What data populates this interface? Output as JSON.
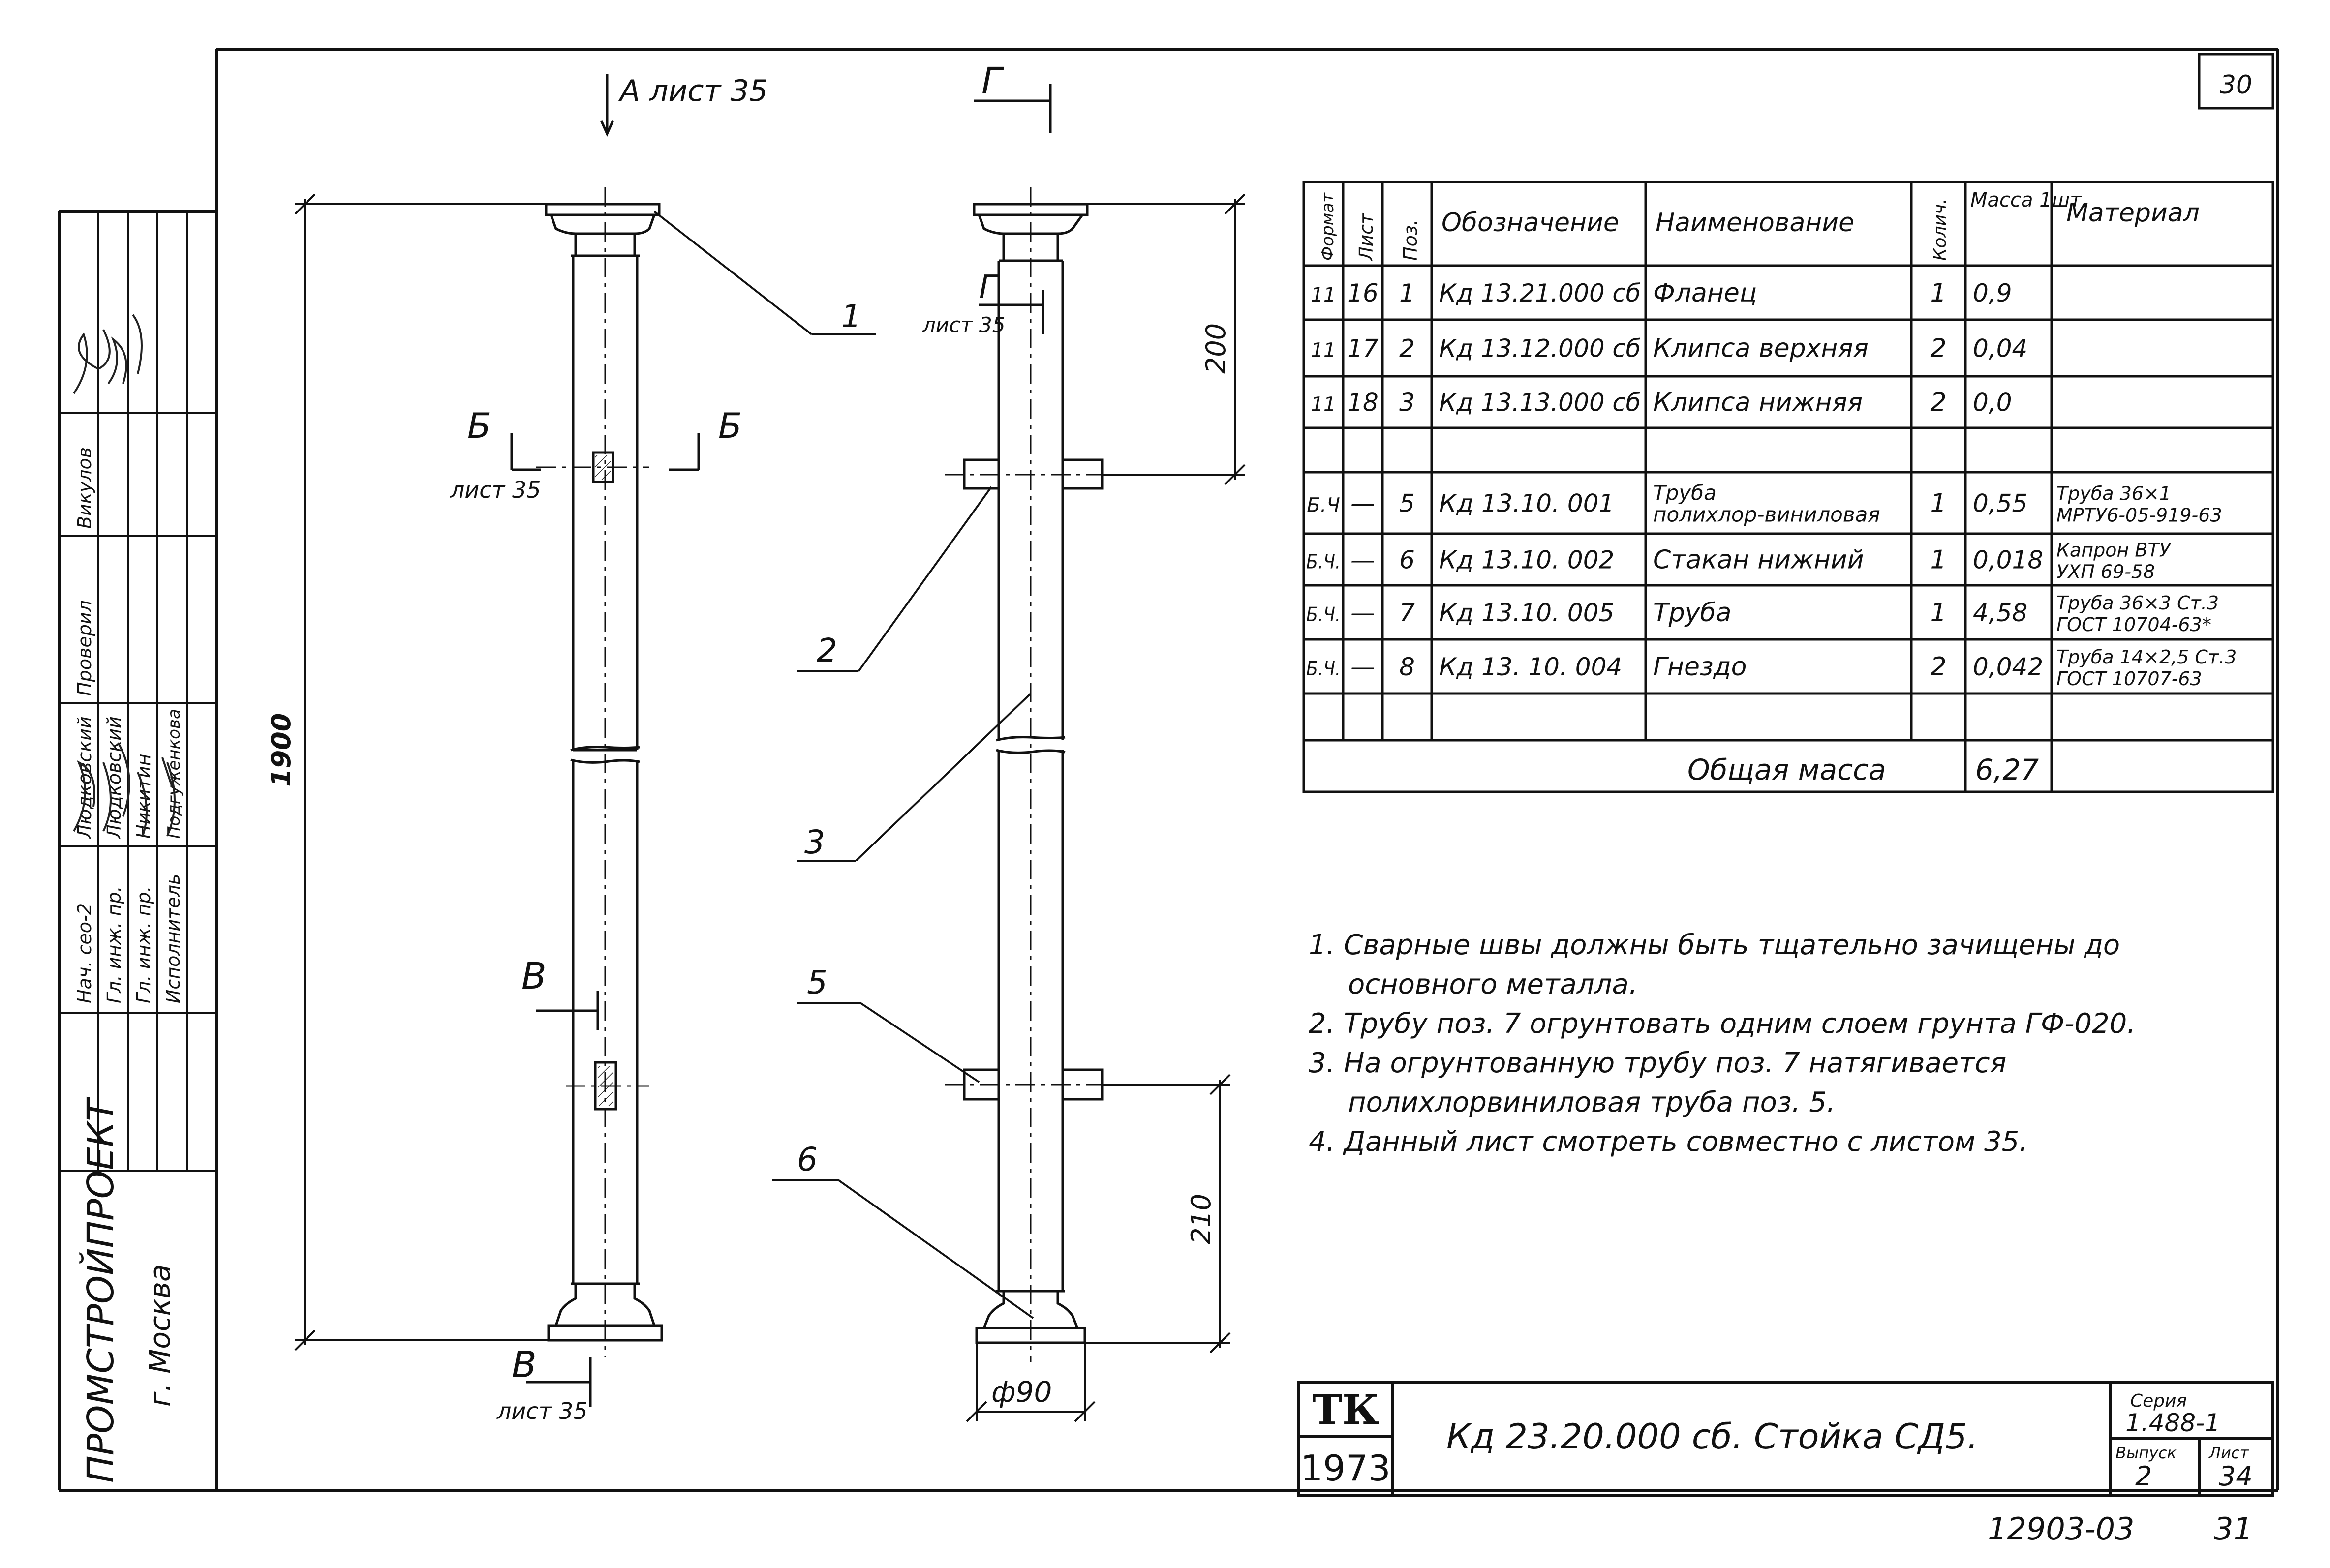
{
  "sheet_number": "30",
  "view_labels": {
    "a_ref": "А лист 35",
    "g_top": "Г",
    "g_mid": "Г",
    "g_mid_sheet": "лист 35",
    "b_left": "Б",
    "b_right": "Б",
    "b_sheet": "лист 35",
    "v_mid": "В",
    "v_bottom": "В",
    "v_bottom_sheet": "лист 35"
  },
  "dimensions": {
    "height_total": "1900",
    "top_offset": "200",
    "bottom_offset": "210",
    "diameter": "ф90"
  },
  "callouts": [
    "1",
    "2",
    "3",
    "5",
    "6"
  ],
  "spec_table": {
    "headers": [
      "Формат",
      "Лист",
      "Поз.",
      "Обозначение",
      "Наименование",
      "Колич.",
      "Масса 1шт.",
      "Материал"
    ],
    "rows": [
      {
        "format": "11",
        "sheet": "16",
        "pos": "1",
        "designation": "Кд 13.21.000 сб",
        "name": "Фланец",
        "qty": "1",
        "mass": "0,9",
        "material": ""
      },
      {
        "format": "11",
        "sheet": "17",
        "pos": "2",
        "designation": "Кд 13.12.000 сб",
        "name": "Клипса верхняя",
        "qty": "2",
        "mass": "0,04",
        "material": ""
      },
      {
        "format": "11",
        "sheet": "18",
        "pos": "3",
        "designation": "Кд 13.13.000 сб",
        "name": "Клипса нижняя",
        "qty": "2",
        "mass": "0,0",
        "material": ""
      },
      {
        "format": "",
        "sheet": "",
        "pos": "",
        "designation": "",
        "name": "",
        "qty": "",
        "mass": "",
        "material": ""
      },
      {
        "format": "Б.Ч",
        "sheet": "—",
        "pos": "5",
        "designation": "Кд 13.10. 001",
        "name": "Труба полихлор-виниловая",
        "qty": "1",
        "mass": "0,55",
        "material": "Труба 36×1 МРТУ6-05-919-63"
      },
      {
        "format": "Б.Ч.",
        "sheet": "—",
        "pos": "6",
        "designation": "Кд 13.10. 002",
        "name": "Стакан нижний",
        "qty": "1",
        "mass": "0,018",
        "material": "Капрон ВТУ УХП 69-58"
      },
      {
        "format": "Б.Ч.",
        "sheet": "—",
        "pos": "7",
        "designation": "Кд 13.10. 005",
        "name": "Труба",
        "qty": "1",
        "mass": "4,58",
        "material": "Труба 36×3 Ст.3 ГОСТ 10704-63*"
      },
      {
        "format": "Б.Ч.",
        "sheet": "—",
        "pos": "8",
        "designation": "Кд 13. 10. 004",
        "name": "Гнездо",
        "qty": "2",
        "mass": "0,042",
        "material": "Труба 14×2,5 Ст.3 ГОСТ 10707-63"
      },
      {
        "format": "",
        "sheet": "",
        "pos": "",
        "designation": "",
        "name": "",
        "qty": "",
        "mass": "",
        "material": ""
      }
    ],
    "total_label": "Общая масса",
    "total_value": "6,27"
  },
  "notes": [
    "1. Сварные швы должны быть тщательно зачищены до основного металла.",
    "2. Трубу поз. 7 огрунтовать одним слоем грунта ГФ-020.",
    "3. На огрунтованную трубу поз. 7 натягивается полихлорвиниловая труба поз. 5.",
    "4. Данный лист смотреть совместно с листом 35."
  ],
  "title_block": {
    "tk": "ТК",
    "year": "1973",
    "title": "Кд 23.20.000 сб. Стойка СД5.",
    "series_label": "Серия",
    "series_value": "1.488-1",
    "issue_label": "Выпуск",
    "issue_value": "2",
    "sheet_label": "Лист",
    "sheet_value": "34"
  },
  "side_stamp": {
    "org": "ПРОМСТРОЙПРОЕКТ",
    "city": "г. Москва",
    "roles": [
      "Нач. сео-2",
      "Гл. инж. пр.",
      "Гл. инж. пр.",
      "Исполнитель"
    ],
    "names": [
      "Людковский",
      "Людковский",
      "Никитин",
      "Подгуженкова"
    ],
    "checked": "Проверил",
    "checker": "Викулов"
  },
  "footer": {
    "code": "12903-03",
    "page": "31"
  }
}
